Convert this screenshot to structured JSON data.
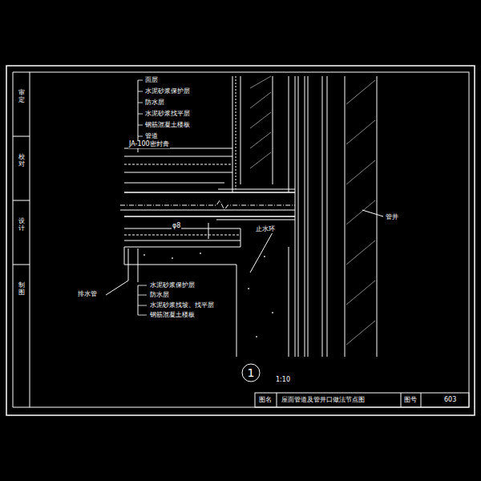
{
  "diagram": {
    "title": "屋面管道及管井口做法节点图",
    "nodes": [
      {
        "text": [
          "1"
        ]
      }
    ],
    "labels": [
      "面层",
      "水泥砂浆保护层",
      "防水层",
      "水泥砂浆找平层",
      "钢筋混凝土楼板",
      "管道",
      "JA-100密封膏",
      "φ8",
      "止水环",
      "排水管",
      "水泥砂浆保护层",
      "防水层",
      "水泥砂浆找坡、找平层",
      "钢筋混凝土楼板",
      "管井",
      "1:10",
      "图名",
      "图号",
      "603",
      "审定",
      "校对",
      "设计",
      "制图"
    ]
  }
}
